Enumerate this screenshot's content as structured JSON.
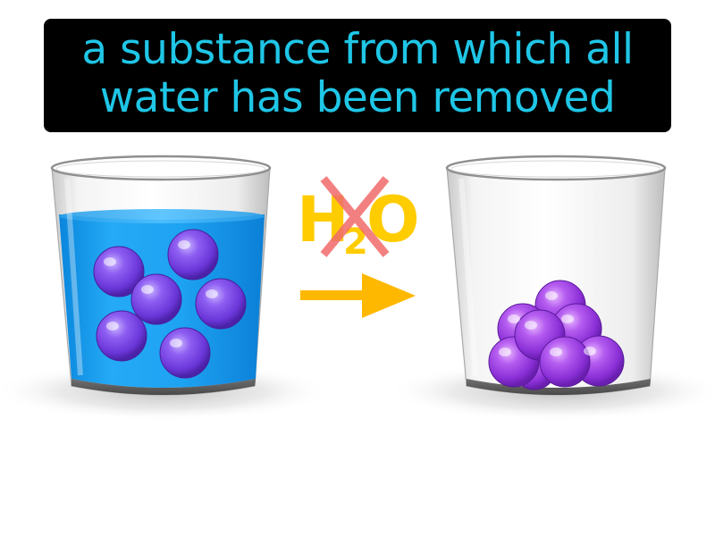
{
  "caption": {
    "line1": "a substance from which all",
    "line2": "water has been removed"
  },
  "formula": {
    "h": "H",
    "sub": "2",
    "o": "O"
  },
  "colors": {
    "caption_bg": "#000000",
    "caption_text": "#1fc6e6",
    "water": "#1aa0f0",
    "arrow": "#ffb800",
    "formula": "#ffcc00",
    "cross": "#f26b6b",
    "sphere": "#a74fe0"
  },
  "icons": {
    "left_beaker": "glass-with-water-icon",
    "right_beaker": "empty-glass-icon",
    "arrow": "arrow-right-icon",
    "cross": "cross-out-icon"
  }
}
